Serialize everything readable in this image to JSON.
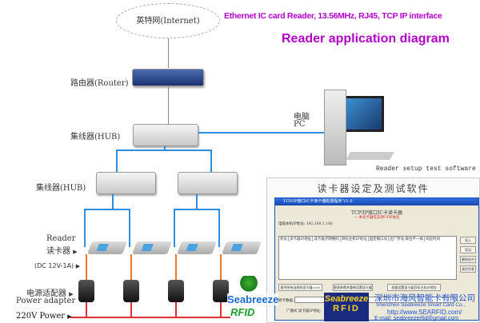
{
  "title": {
    "line1": "Ethernet IC card Reader, 13.56MHz, RJ45, TCP IP interface",
    "line2": "Reader application diagram",
    "color": "#b000c8"
  },
  "internet": "英特网(Internet)",
  "labels": {
    "router": "路由器(Router)",
    "hub1": "集线器(HUB)",
    "hub2": "集线器(HUB)",
    "pc_cn": "电脑",
    "pc_en": "PC",
    "reader_en": "Reader",
    "reader_cn": "读卡器",
    "dc": "(DC 12V-1A)",
    "adapter_cn": "电源适配器",
    "adapter_en": "Power adapter",
    "power": "220V Power",
    "setup": "Reader setup test software"
  },
  "software": {
    "heading": "读卡器设定及测试软件",
    "window_title": "TCP/IP接口IC卡读卡器配置程序 V1.0",
    "app_title": "TCP/IP接口IC卡读卡器",
    "subtitle": "— 本读卡器仅支持UDP协议",
    "ip_label": "电脑本机IP地址: 192.168.1.100",
    "columns": [
      "机号",
      "读卡器IP地址",
      "读卡器子网掩码",
      "目标主机IP地址",
      "固定端口号",
      "出厂序号,每台不一样",
      "响应时间"
    ],
    "side_buttons": [
      "导入",
      "导出",
      "删除选中",
      "清空列表"
    ],
    "bottom_buttons": [
      "搜寻所有连线的读卡器>>>",
      "更改参数并重新设置读卡器",
      "批量设置读卡器目标主机IP地址"
    ],
    "card_label": "刷卡数据:",
    "broadcast": "广播式 读卡器IP地址:"
  },
  "company": {
    "brand": "Seabreeze",
    "brand2": "RFID",
    "name_cn": "深圳市海风智能卡有限公司",
    "name_en": "Shenzhen Seabreeze Smart Card Co.,",
    "url": "http://www.SEARFID.com/",
    "email": "E-mail: seabreezerfid@gmail.com"
  }
}
